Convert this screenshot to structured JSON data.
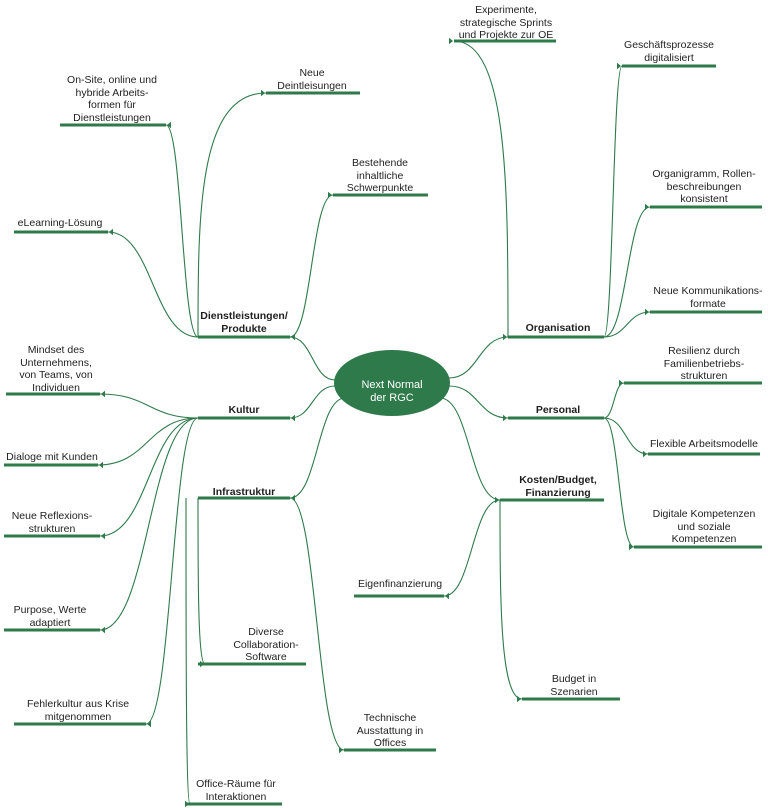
{
  "diagram": {
    "center": "Next Normal\nder RGC",
    "colors": {
      "line": "#2e7a4a",
      "center_fill": "#2e7a4a",
      "text": "#1f1f1f"
    },
    "branches": [
      {
        "id": "dienstleistungen",
        "label": "Dienstleistungen/\nProdukte",
        "children": [
          "Neue\nDeintleisungen",
          "On-Site, online und\nhybride Arbeits-\nformen für\nDienstleistungen",
          "Bestehende\ninhaltliche\nSchwerpunkte",
          "eLearning-Lösung"
        ]
      },
      {
        "id": "kultur",
        "label": "Kultur",
        "children": [
          "Mindset des\nUnternehmens,\nvon Teams, von\nIndividuen",
          "Dialoge mit Kunden",
          "Neue Reflexions-\nstrukturen",
          "Purpose, Werte\nadaptiert",
          "Fehlerkultur aus Krise\nmitgenommen"
        ]
      },
      {
        "id": "infrastruktur",
        "label": "Infrastruktur",
        "children": [
          "Diverse\nCollaboration-\nSoftware",
          "Technische\nAusstattung in\nOffices",
          "Office-Räume für\nInteraktionen"
        ]
      },
      {
        "id": "organisation",
        "label": "Organisation",
        "children": [
          "Experimente,\nstrategische Sprints\nund Projekte zur OE",
          "Geschäftsprozesse\ndigitalisiert",
          "Organigramm, Rollen-\nbeschreibungen\nkonsistent",
          "Neue Kommunikations-\nformate"
        ]
      },
      {
        "id": "personal",
        "label": "Personal",
        "children": [
          "Resilienz durch\nFamilienbetriebs-\nstrukturen",
          "Flexible Arbeitsmodelle",
          "Digitale Kompetenzen\nund soziale\nKompetenzen"
        ]
      },
      {
        "id": "kosten",
        "label": "Kosten/Budget,\nFinanzierung",
        "children": [
          "Eigenfinanzierung",
          "Budget in\nSzenarien"
        ]
      }
    ]
  }
}
